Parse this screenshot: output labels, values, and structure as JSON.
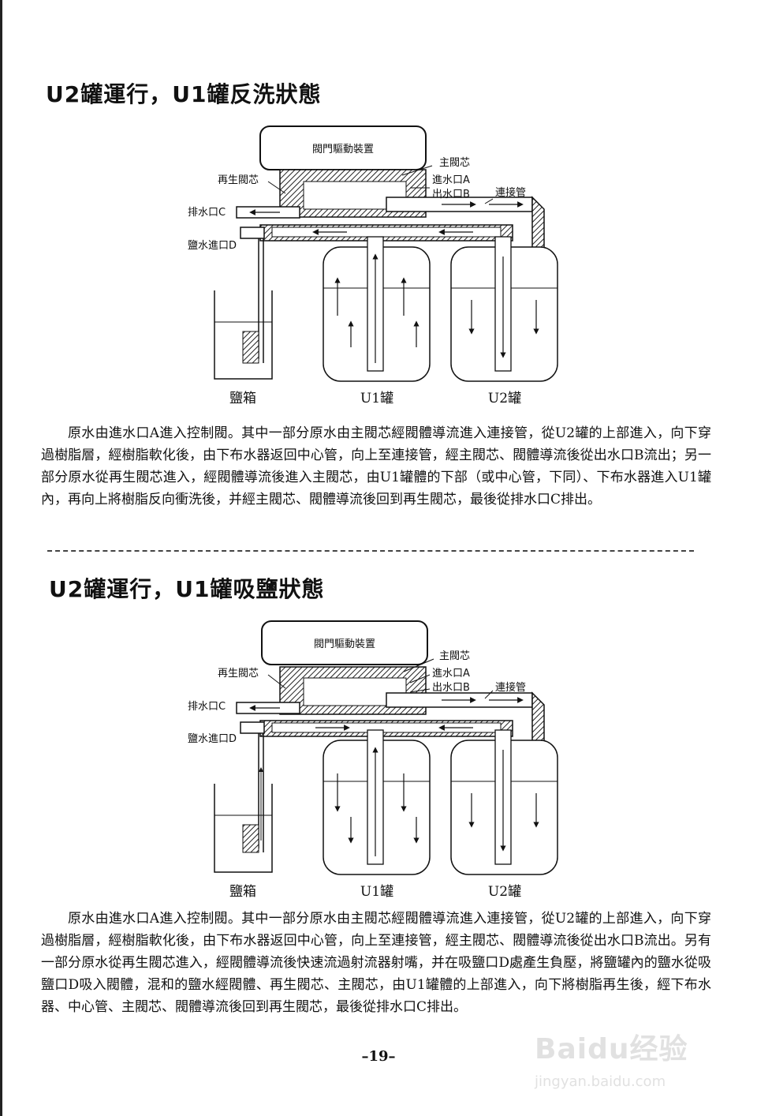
{
  "section1": {
    "title": "U2罐運行，U1罐反洗狀態",
    "diagram": {
      "header_box": "閥門驅動裝置",
      "labels": {
        "main_valve": "主閥芯",
        "regen_valve": "再生閥芯",
        "inlet_a": "進水口A",
        "outlet_b": "出水口B",
        "connect_pipe": "連接管",
        "drain_c": "排水口C",
        "brine_d": "鹽水進口D"
      },
      "captions": [
        "鹽箱",
        "U1罐",
        "U2罐"
      ]
    },
    "paragraph": "原水由進水口A進入控制閥。其中一部分原水由主閥芯經閥體導流進入連接管，從U2罐的上部進入，向下穿過樹脂層，經樹脂軟化後，由下布水器返回中心管，向上至連接管，經主閥芯、閥體導流後從出水口B流出；另一部分原水從再生閥芯進入，經閥體導流後進入主閥芯，由U1罐體的下部（或中心管，下同）、下布水器進入U1罐內，再向上將樹脂反向衝洗後，并經主閥芯、閥體導流後回到再生閥芯，最後從排水口C排出。"
  },
  "section2": {
    "title": "U2罐運行，U1罐吸鹽狀態",
    "diagram": {
      "header_box": "閥門驅動裝置",
      "labels": {
        "main_valve": "主閥芯",
        "regen_valve": "再生閥芯",
        "inlet_a": "進水口A",
        "outlet_b": "出水口B",
        "connect_pipe": "連接管",
        "drain_c": "排水口C",
        "brine_d": "鹽水進口D"
      },
      "captions": [
        "鹽箱",
        "U1罐",
        "U2罐"
      ]
    },
    "paragraph": "原水由進水口A進入控制閥。其中一部分原水由主閥芯經閥體導流進入連接管，從U2罐的上部進入，向下穿過樹脂層，經樹脂軟化後，由下布水器返回中心管，向上至連接管，經主閥芯、閥體導流後從出水口B流出。另有一部分原水從再生閥芯進入，經閥體導流後快速流過射流器射嘴，并在吸鹽口D處產生負壓，將鹽罐內的鹽水從吸鹽口D吸入閥體，混和的鹽水經閥體、再生閥芯、主閥芯，由U1罐體的上部進入，向下將樹脂再生後，經下布水器、中心管、主閥芯、閥體導流後回到再生閥芯，最後從排水口C排出。"
  },
  "page_number": "–19–",
  "watermark": {
    "logo": "Baidu经验",
    "url": "jingyan.baidu.com"
  }
}
